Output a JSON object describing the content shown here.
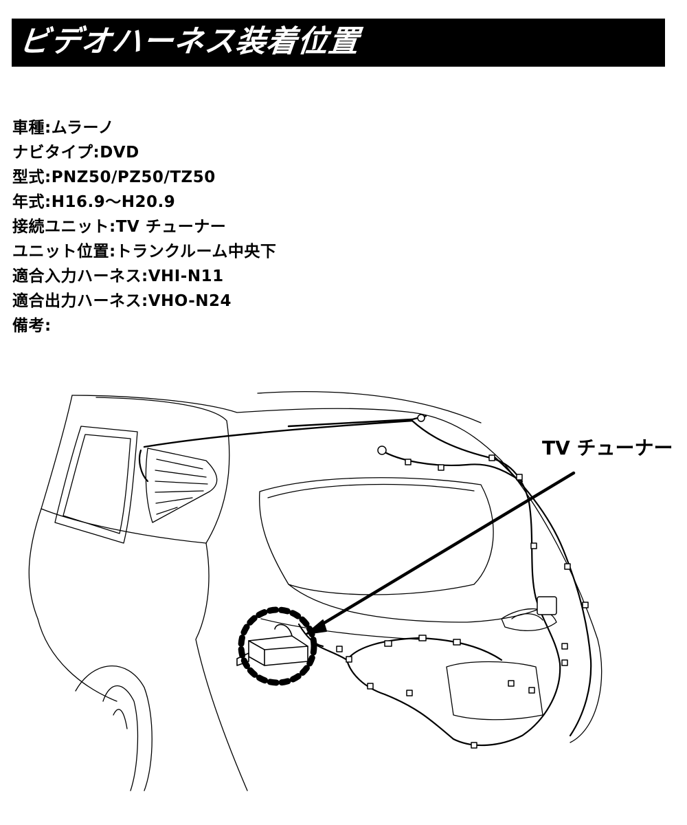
{
  "header": {
    "title": "ビデオハーネス装着位置"
  },
  "specs": [
    {
      "label": "車種",
      "value": "ムラーノ"
    },
    {
      "label": "ナビタイプ",
      "value": "DVD"
    },
    {
      "label": "型式",
      "value": "PNZ50/PZ50/TZ50"
    },
    {
      "label": "年式",
      "value": "H16.9～H20.9"
    },
    {
      "label": "接続ユニット",
      "value": "TV チューナー"
    },
    {
      "label": "ユニット位置",
      "value": "トランクルーム中央下"
    },
    {
      "label": "適合入力ハーネス",
      "value": "VHI-N11"
    },
    {
      "label": "適合出力ハーネス",
      "value": "VHO-N24"
    },
    {
      "label": "備考",
      "value": ""
    }
  ],
  "diagram": {
    "callout_label": "TV チューナー",
    "line_color": "#000000"
  }
}
